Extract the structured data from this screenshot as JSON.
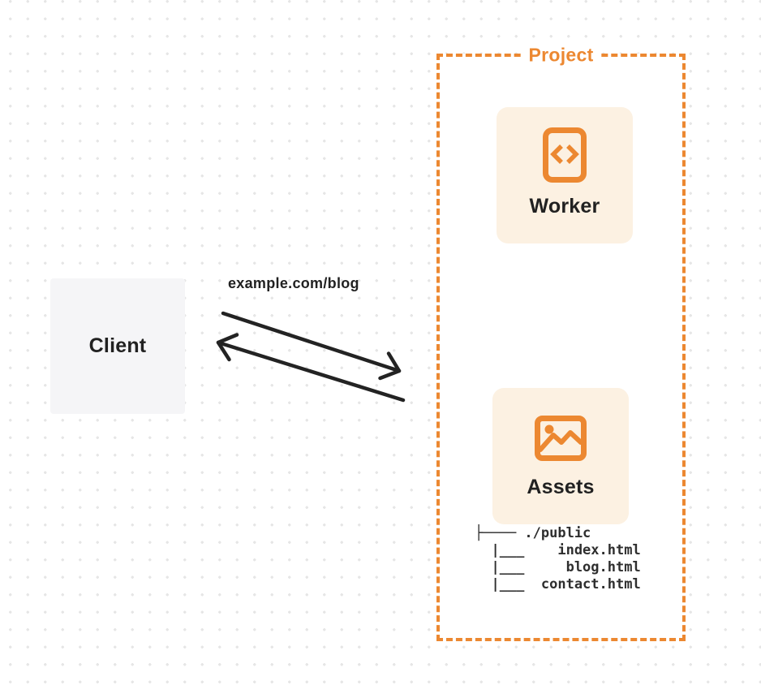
{
  "client": {
    "label": "Client"
  },
  "request": {
    "url_label": "example.com/blog"
  },
  "project": {
    "label": "Project",
    "worker": {
      "label": "Worker",
      "icon": "code-icon"
    },
    "assets": {
      "label": "Assets",
      "icon": "image-icon"
    },
    "file_tree_text": "├──── ./public\n  |___    index.html\n  |___     blog.html\n  |___  contact.html"
  },
  "colors": {
    "accent_orange": "#EC8831",
    "card_background": "#FCF1E2",
    "client_background": "#F5F5F7",
    "arrow_black": "#232323",
    "dot_grey": "#E6E6E6",
    "label_text": "#212121",
    "tree_text": "#2E2E2E"
  }
}
